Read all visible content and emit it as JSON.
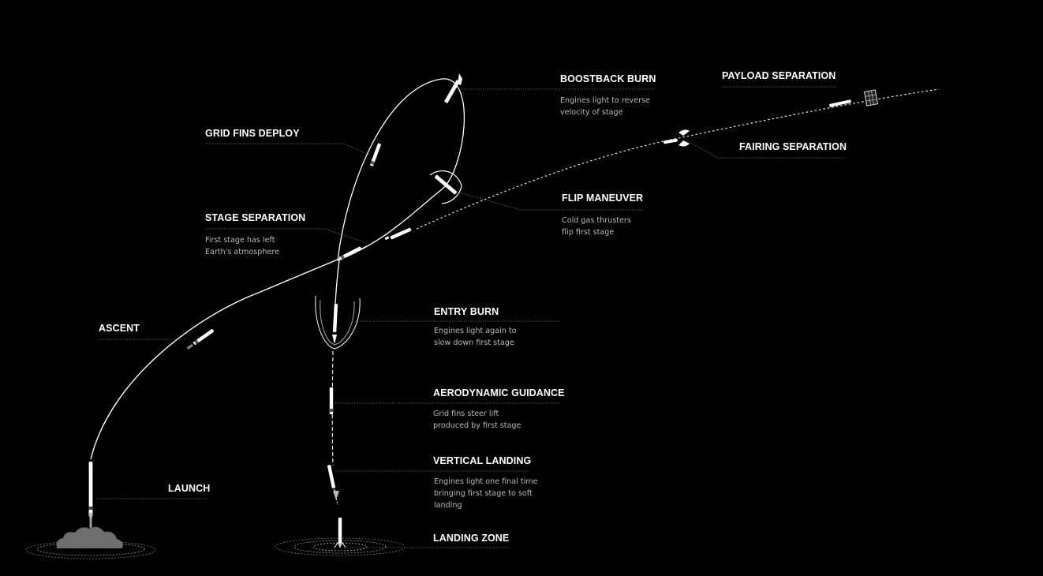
{
  "stages": {
    "launch": {
      "title": "LAUNCH"
    },
    "ascent": {
      "title": "ASCENT"
    },
    "stage_separation": {
      "title": "STAGE SEPARATION",
      "desc": [
        "First stage has left",
        "Earth's atmosphere"
      ]
    },
    "grid_fins_deploy": {
      "title": "GRID FINS DEPLOY"
    },
    "boostback_burn": {
      "title": "BOOSTBACK BURN",
      "desc": [
        "Engines light to reverse",
        "velocity of stage"
      ]
    },
    "flip_maneuver": {
      "title": "FLIP MANEUVER",
      "desc": [
        "Cold gas thrusters",
        "flip first stage"
      ]
    },
    "payload_separation": {
      "title": "PAYLOAD SEPARATION"
    },
    "fairing_separation": {
      "title": "FAIRING SEPARATION"
    },
    "entry_burn": {
      "title": "ENTRY BURN",
      "desc": [
        "Engines light again to",
        "slow down first stage"
      ]
    },
    "aerodynamic_guidance": {
      "title": "AERODYNAMIC GUIDANCE",
      "desc": [
        "Grid fins steer lift",
        "produced by first stage"
      ]
    },
    "vertical_landing": {
      "title": "VERTICAL LANDING",
      "desc": [
        "Engines light one final time",
        "bringing first stage to soft",
        "landing"
      ]
    },
    "landing_zone": {
      "title": "LANDING ZONE"
    }
  },
  "colors": {
    "background": "#000000",
    "line": "#ffffff",
    "leader": "#6a6a6a",
    "label": "#ffffff",
    "desc": "#b8b8b8"
  }
}
